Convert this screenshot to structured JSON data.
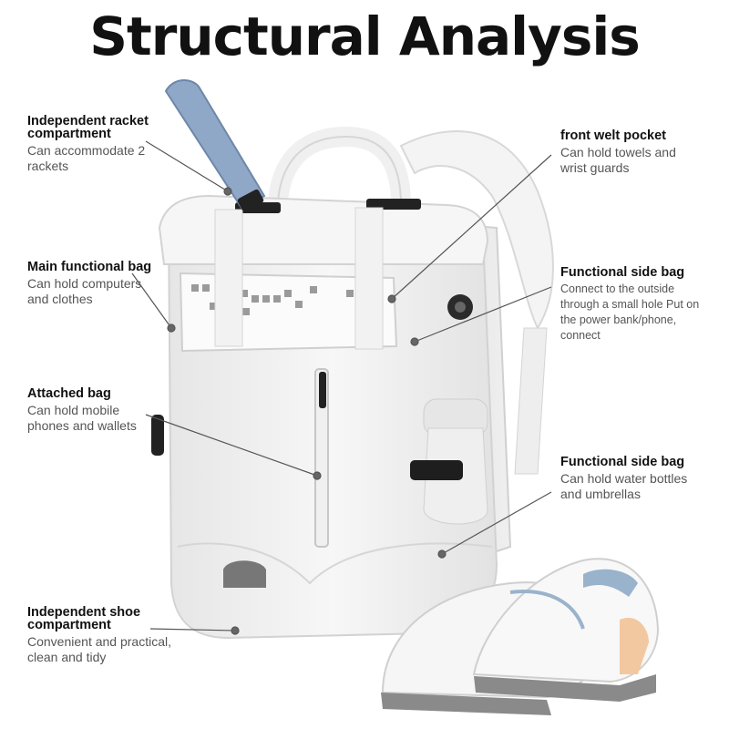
{
  "title": "Structural Analysis",
  "callouts": [
    {
      "id": "racket",
      "heading": "Independent racket compartment",
      "desc": "Can accommodate 2 rackets"
    },
    {
      "id": "main",
      "heading": "Main functional bag",
      "desc": "Can hold computers and clothes"
    },
    {
      "id": "attached",
      "heading": "Attached bag",
      "desc": "Can hold mobile phones and wallets"
    },
    {
      "id": "shoe",
      "heading": "Independent shoe compartment",
      "desc": "Convenient and practical, clean and tidy"
    },
    {
      "id": "welt",
      "heading": "front welt pocket",
      "desc": "Can hold towels and wrist guards"
    },
    {
      "id": "side1",
      "heading": "Functional side bag",
      "desc": "Connect to the outside through a small hole Put on the power bank/phone, connect"
    },
    {
      "id": "side2",
      "heading": "Functional side bag",
      "desc": "Can hold water bottles and umbrellas"
    }
  ],
  "colors": {
    "title": "#111111",
    "heading": "#111111",
    "desc": "#555555",
    "bag": "#f1f1f1",
    "grip": "#8fa8c8",
    "leader": "#555555"
  },
  "icons": [
    "backpack-illustration",
    "racket-grip-icon",
    "water-bottle-icon",
    "sneakers-illustration"
  ]
}
